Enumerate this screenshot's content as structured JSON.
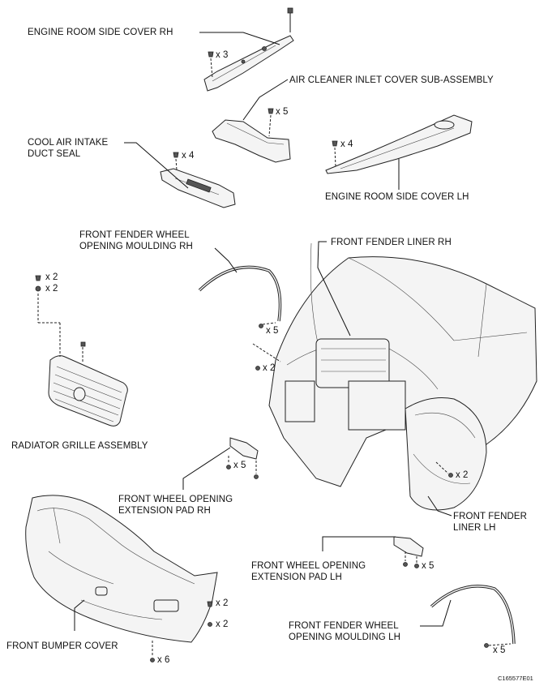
{
  "labels": {
    "engine_room_side_cover_rh": "ENGINE ROOM SIDE COVER RH",
    "air_cleaner_inlet_cover": "AIR CLEANER INLET COVER SUB-ASSEMBLY",
    "cool_air_intake_line1": "COOL AIR INTAKE",
    "cool_air_intake_line2": "DUCT SEAL",
    "engine_room_side_cover_lh": "ENGINE ROOM SIDE COVER LH",
    "fender_moulding_rh_line1": "FRONT FENDER WHEEL",
    "fender_moulding_rh_line2": "OPENING MOULDING RH",
    "front_fender_liner_rh": "FRONT FENDER LINER RH",
    "radiator_grille": "RADIATOR GRILLE ASSEMBLY",
    "ext_pad_rh_line1": "FRONT WHEEL OPENING",
    "ext_pad_rh_line2": "EXTENSION PAD RH",
    "fender_liner_lh_line1": "FRONT FENDER",
    "fender_liner_lh_line2": "LINER LH",
    "ext_pad_lh_line1": "FRONT WHEEL OPENING",
    "ext_pad_lh_line2": "EXTENSION PAD LH",
    "fender_moulding_lh_line1": "FRONT FENDER WHEEL",
    "fender_moulding_lh_line2": "OPENING MOULDING LH",
    "front_bumper_cover": "FRONT BUMPER COVER"
  },
  "quantities": {
    "cover_rh_clips": "x 3",
    "inlet_cover_clips": "x 5",
    "intake_seal_clips": "x 4",
    "cover_lh_clips": "x 4",
    "grille_clips_a": "x 2",
    "grille_clips_b": "x 2",
    "moulding_rh_clips": "x 5",
    "liner_rh_screws": "x 2",
    "pad_rh_clips": "x 5",
    "liner_lh_screws": "x 2",
    "pad_lh_clips": "x 5",
    "bumper_screws_a": "x 2",
    "bumper_screws_b": "x 2",
    "moulding_lh_clips": "x 5",
    "bumper_bottom_screws": "x 6"
  },
  "figure_code": "C165577E01"
}
